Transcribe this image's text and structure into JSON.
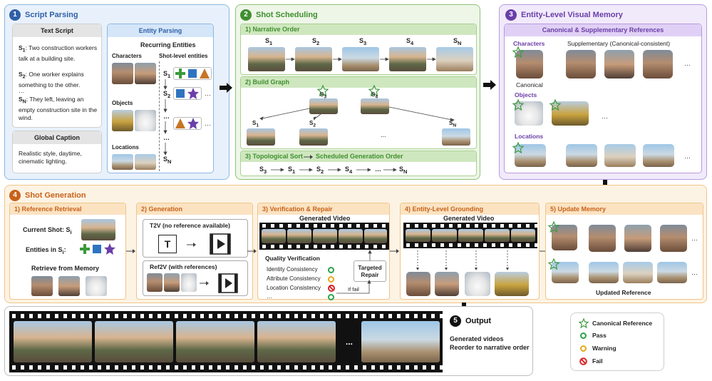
{
  "stage1": {
    "num": "1",
    "title": "Script Parsing",
    "text_script_header": "Text Script",
    "s1_label": "S",
    "s1_sub": "1",
    "s1_text": ": Two construction workers talk at a building site.",
    "s2_label": "S",
    "s2_sub": "2",
    "s2_text": ": One worker explains something to the other.",
    "ellipsis": "…",
    "sn_label": "S",
    "sn_sub": "N",
    "sn_text": ": They left, leaving an empty construction site in the wind.",
    "global_header": "Global Caption",
    "global_text": "Realistic style, daytime, cinematic lighting.",
    "entity_parsing": "Entity Parsing",
    "recurring": "Recurring Entities",
    "characters": "Characters",
    "shot_level": "Shot-level entities",
    "objects": "Objects",
    "locations": "Locations",
    "s_rows": [
      {
        "l": "S",
        "s": "1"
      },
      {
        "l": "S",
        "s": "2"
      },
      {
        "l": "…",
        "s": ""
      },
      {
        "l": "…",
        "s": ""
      },
      {
        "l": "S",
        "s": "N"
      }
    ],
    "row_dots": "…"
  },
  "stage2": {
    "num": "2",
    "title": "Shot Scheduling",
    "narrative": "1) Narrative Order",
    "narrative_shots": [
      {
        "l": "S",
        "s": "1"
      },
      {
        "l": "S",
        "s": "2"
      },
      {
        "l": "S",
        "s": "3"
      },
      {
        "l": "S",
        "s": "4"
      },
      {
        "l": "S",
        "s": "N"
      }
    ],
    "build_graph": "2) Build Graph",
    "graph_nodes": [
      {
        "l": "S",
        "s": "3"
      },
      {
        "l": "S",
        "s": "4"
      },
      {
        "l": "S",
        "s": "1"
      },
      {
        "l": "S",
        "s": "2"
      },
      {
        "l": "S",
        "s": "N"
      }
    ],
    "graph_dots": "...",
    "topo": "3) Topological Sort",
    "scheduled": "Scheduled Generation Order",
    "order": [
      {
        "l": "S",
        "s": "3"
      },
      {
        "l": "S",
        "s": "1"
      },
      {
        "l": "S",
        "s": "2"
      },
      {
        "l": "S",
        "s": "4"
      },
      {
        "l": "…",
        "s": ""
      },
      {
        "l": "S",
        "s": "N"
      }
    ]
  },
  "stage3": {
    "num": "3",
    "title": "Entity-Level Visual Memory",
    "canon_header": "Canonical & Supplementary References",
    "characters": "Characters",
    "supplementary": "Supplementary (Canonical-consistent)",
    "canonical": "Canonical",
    "objects": "Objects",
    "locations": "Locations",
    "dots": "…"
  },
  "stage4": {
    "num": "4",
    "title": "Shot Generation",
    "ref_retrieval": "1) Reference Retrieval",
    "current_shot": "Current Shot: S",
    "current_sub": "i",
    "entities_in": "Entities in S",
    "entities_sub": "i",
    "entities_colon": ":",
    "retrieve": "Retrieve from Memory",
    "generation": "2) Generation",
    "t2v": "T2V (no reference available)",
    "t_letter": "T",
    "ref2v": "Ref2V (with references)",
    "verification": "3) Verification & Repair",
    "generated_video": "Generated Video",
    "quality": "Quality Verification",
    "checks": [
      {
        "name": "Identity Consistency",
        "status": "pass"
      },
      {
        "name": "Attribute Consistency",
        "status": "warning"
      },
      {
        "name": "Location Consistency",
        "status": "fail"
      },
      {
        "name": "…",
        "status": "pass"
      }
    ],
    "targeted_repair": "Targeted Repair",
    "if_fail": "If fail",
    "grounding": "4) Entity-Level Grounding",
    "generated_video2": "Generated Video",
    "update_memory": "5) Update Memory",
    "updated_reference": "Updated Reference",
    "dots": "…"
  },
  "stage5": {
    "num": "5",
    "title": "Output",
    "generated_videos": "Generated videos",
    "reorder": "Reorder to narrative order",
    "film_dots": "..."
  },
  "legend": {
    "canonical": "Canonical Reference",
    "pass": "Pass",
    "warning": "Warning",
    "fail": "Fail"
  },
  "colors": {
    "blue": "#2f5fa8",
    "green": "#3f8f2f",
    "purple": "#6a3ea8",
    "orange": "#c8621a",
    "pass": "#2aa24a",
    "warning": "#e6a817",
    "fail": "#d8262a",
    "star": "#3f9a3f",
    "shape_green": "#3a9a3a",
    "shape_blue": "#2f74c0",
    "shape_purple": "#6b3fa8",
    "shape_orange": "#c77425"
  }
}
